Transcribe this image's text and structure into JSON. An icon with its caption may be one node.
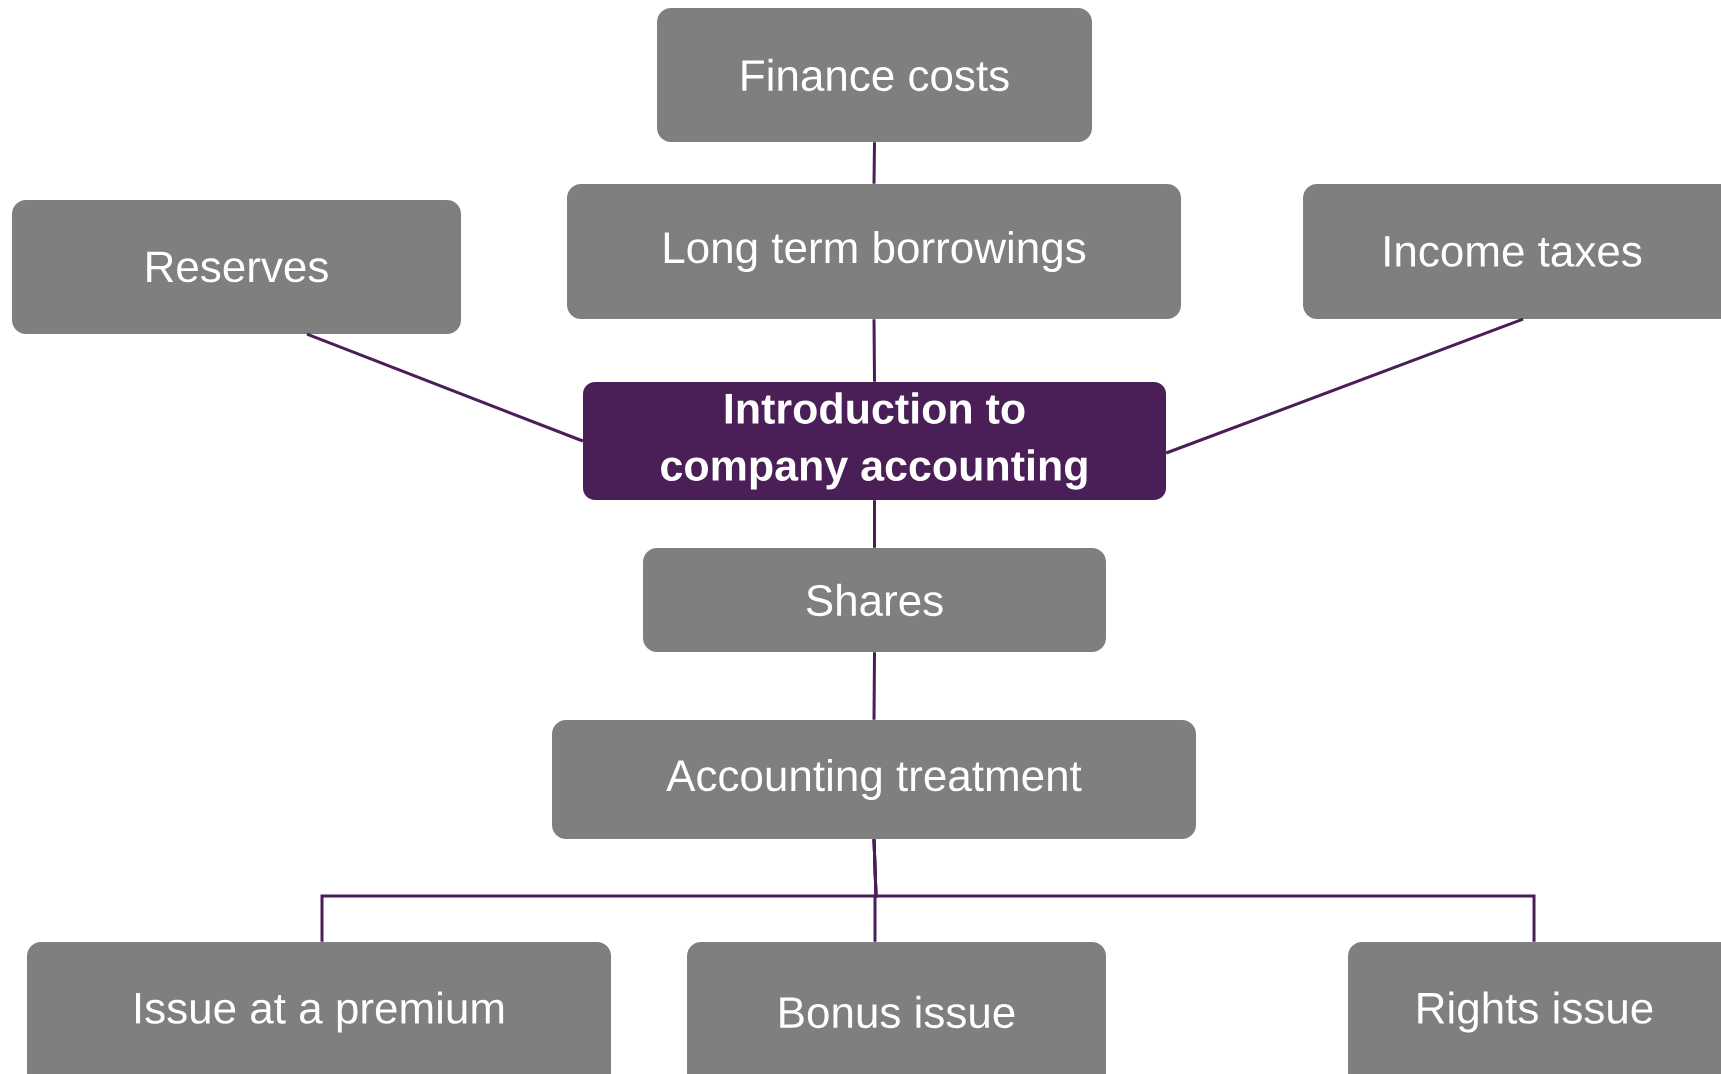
{
  "diagram": {
    "nodes": [
      {
        "text": [
          "Finance costs"
        ]
      },
      {
        "text": [
          "Reserves"
        ]
      },
      {
        "text": [
          "Long term borrowings"
        ]
      },
      {
        "text": [
          "Income taxes"
        ]
      },
      {
        "text": [
          "Introduction to company accounting"
        ]
      },
      {
        "text": [
          "Shares"
        ]
      },
      {
        "text": [
          "Accounting treatment"
        ]
      },
      {
        "text": [
          "Issue at a premium"
        ]
      },
      {
        "text": [
          "Bonus issue"
        ]
      },
      {
        "text": [
          "Rights issue"
        ]
      }
    ],
    "edges": [
      {
        "from": 0,
        "to": 2,
        "arrow": "none"
      },
      {
        "from": 2,
        "to": 4,
        "arrow": "none"
      },
      {
        "from": 1,
        "to": 4,
        "arrow": "none"
      },
      {
        "from": 3,
        "to": 4,
        "arrow": "none"
      },
      {
        "from": 4,
        "to": 5,
        "arrow": "none"
      },
      {
        "from": 5,
        "to": 6,
        "arrow": "none"
      },
      {
        "from": 6,
        "to": 7,
        "arrow": "none"
      },
      {
        "from": 6,
        "to": 8,
        "arrow": "none"
      },
      {
        "from": 6,
        "to": 9,
        "arrow": "none"
      }
    ]
  }
}
